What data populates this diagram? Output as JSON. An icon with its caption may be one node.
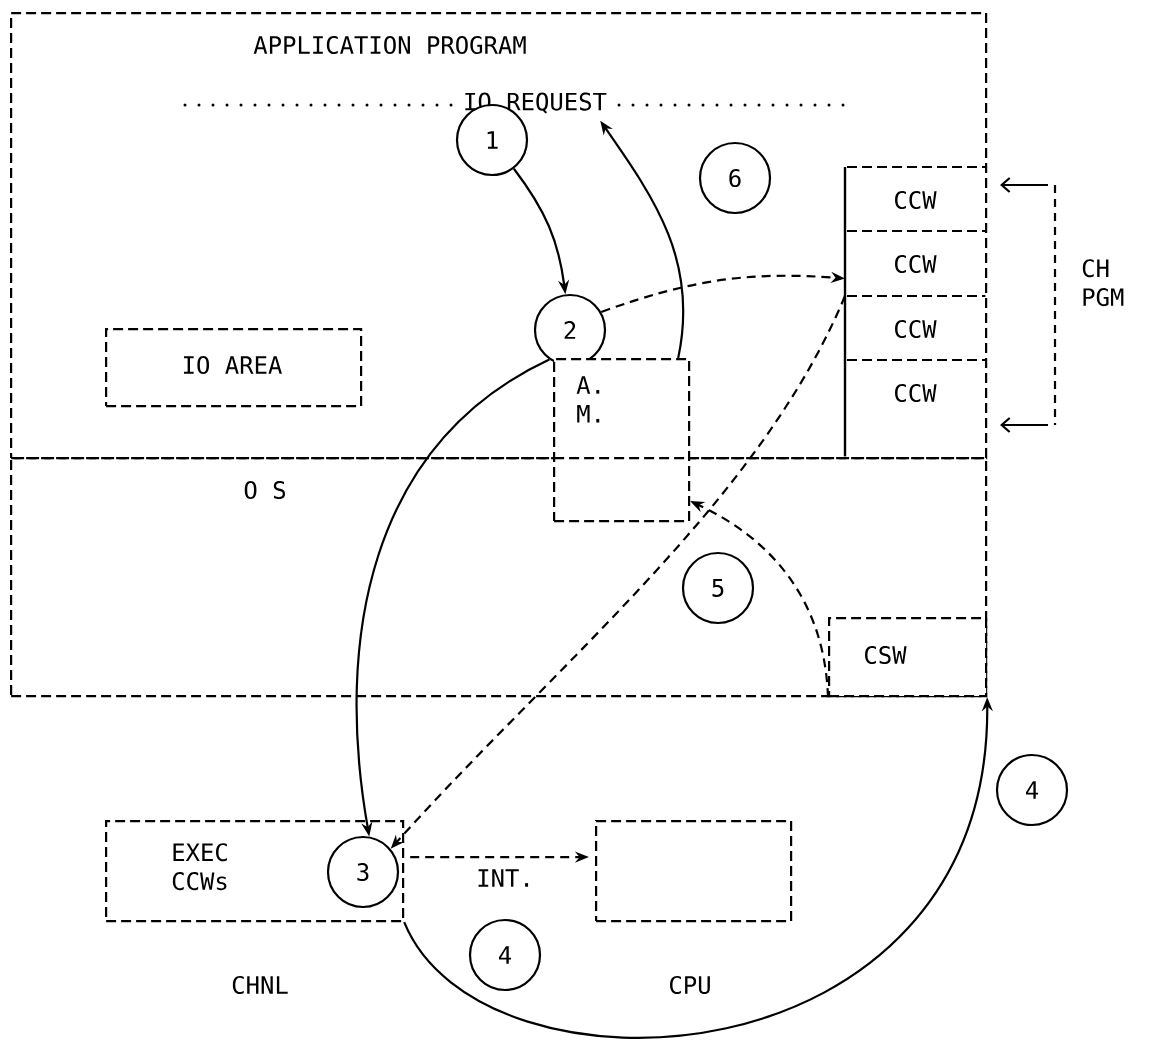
{
  "diagram": {
    "nodes": [
      {
        "text": [
          "APPLICATION PROGRAM"
        ]
      },
      {
        "text": [
          "IO REQUEST"
        ],
        "in": 0
      },
      {
        "text": [
          "1"
        ],
        "in": 0
      },
      {
        "text": [
          "6"
        ],
        "in": 0
      },
      {
        "text": [
          "CCW"
        ],
        "in": 0
      },
      {
        "text": [
          "CCW"
        ],
        "in": 0
      },
      {
        "text": [
          "CCW"
        ],
        "in": 0
      },
      {
        "text": [
          "CCW"
        ],
        "in": 0
      },
      {
        "text": [
          "2"
        ],
        "in": 0
      },
      {
        "text": [
          "IO AREA"
        ],
        "in": 0
      },
      {
        "text": [
          "A. M."
        ]
      },
      {
        "text": [
          "O S"
        ]
      },
      {
        "text": [
          "5"
        ],
        "in": 11
      },
      {
        "text": [
          "CSW"
        ],
        "in": 11
      },
      {
        "text": [
          "4"
        ]
      },
      {
        "text": [
          "EXEC CCWs"
        ],
        "beside": [
          "CHNL"
        ]
      },
      {
        "text": [
          "3"
        ],
        "in": 15
      },
      {
        "text": [],
        "shape": "box",
        "beside": [
          "CPU"
        ]
      },
      {
        "text": [
          "4"
        ]
      }
    ],
    "edges": [
      {
        "from": 2,
        "to": 8,
        "arrow": "to"
      },
      {
        "from": 10,
        "to": 1,
        "arrow": "to"
      },
      {
        "from": 8,
        "to": 5,
        "arrow": "to",
        "style": "dashed"
      },
      {
        "from": 8,
        "to": 16,
        "arrow": "to"
      },
      {
        "from": 6,
        "to": 16,
        "arrow": "to",
        "style": "dashed"
      },
      {
        "from": 13,
        "to": 10,
        "arrow": "to",
        "style": "dashed"
      },
      {
        "from": 15,
        "to": 17,
        "arrow": "to",
        "style": "dashed",
        "label": "INT."
      },
      {
        "from": 15,
        "to": 13,
        "arrow": "to"
      }
    ],
    "labels": [
      "CH PGM"
    ]
  }
}
